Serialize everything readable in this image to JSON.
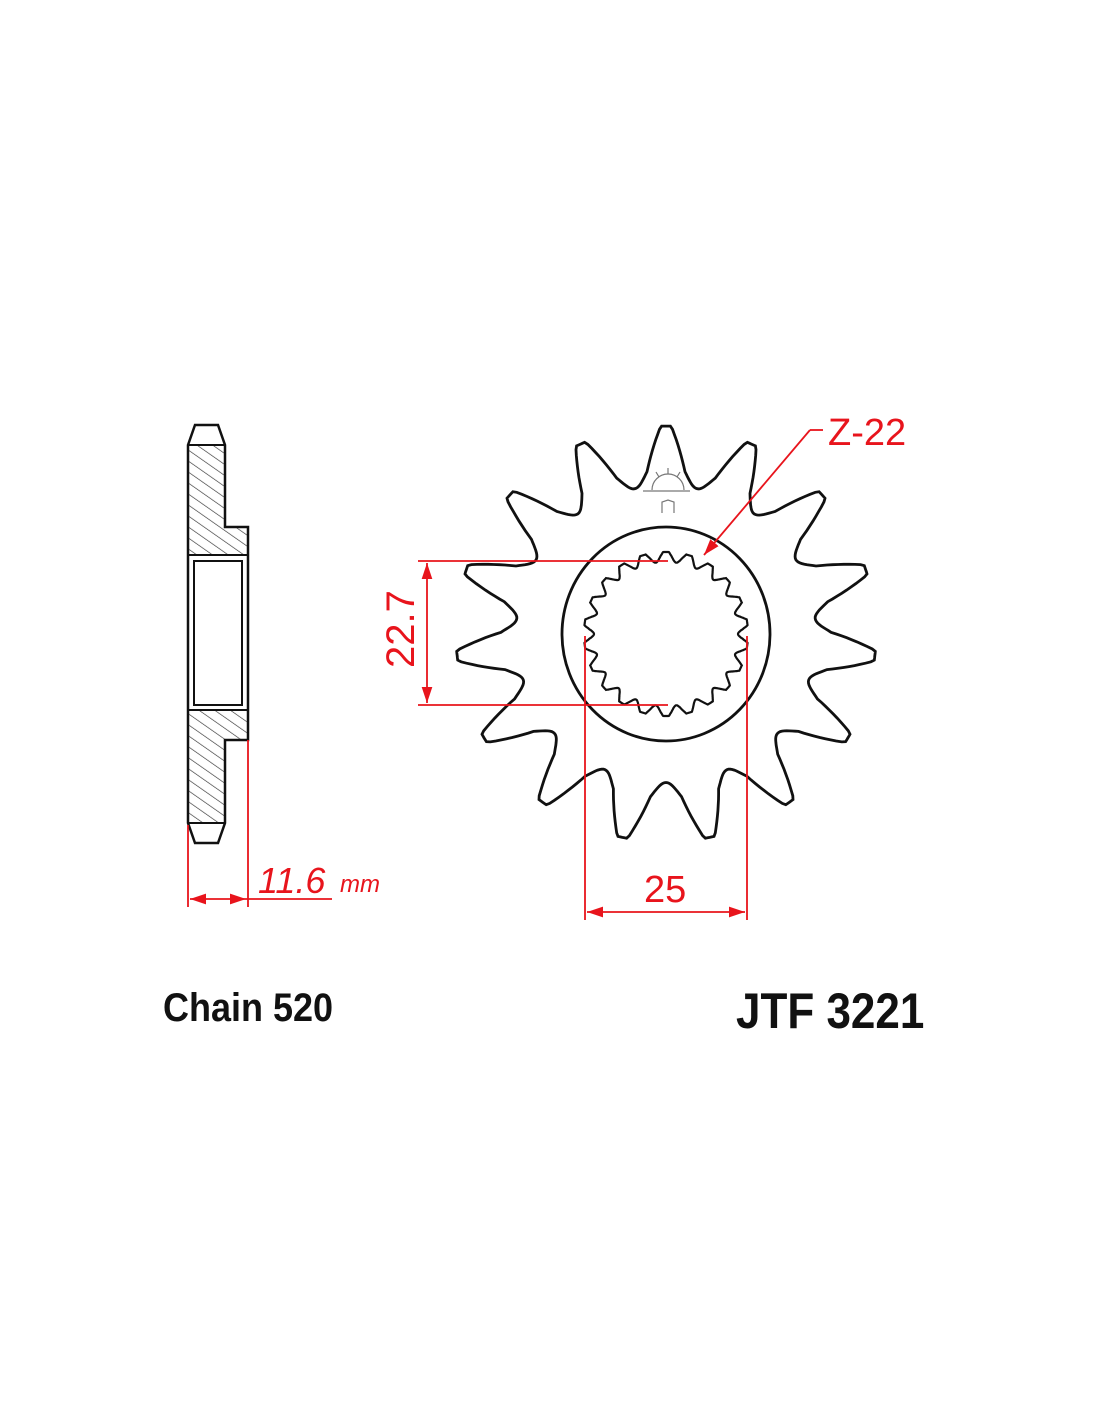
{
  "dimensions": {
    "tooth_count": "Z-22",
    "spline_diameter": "22.7",
    "thickness": "11.6",
    "thickness_unit": "mm",
    "boss_width": "25"
  },
  "labels": {
    "chain": "Chain 520",
    "part_number": "JTF 3221"
  },
  "colors": {
    "dimension": "#e8141c",
    "outline": "#111111"
  }
}
